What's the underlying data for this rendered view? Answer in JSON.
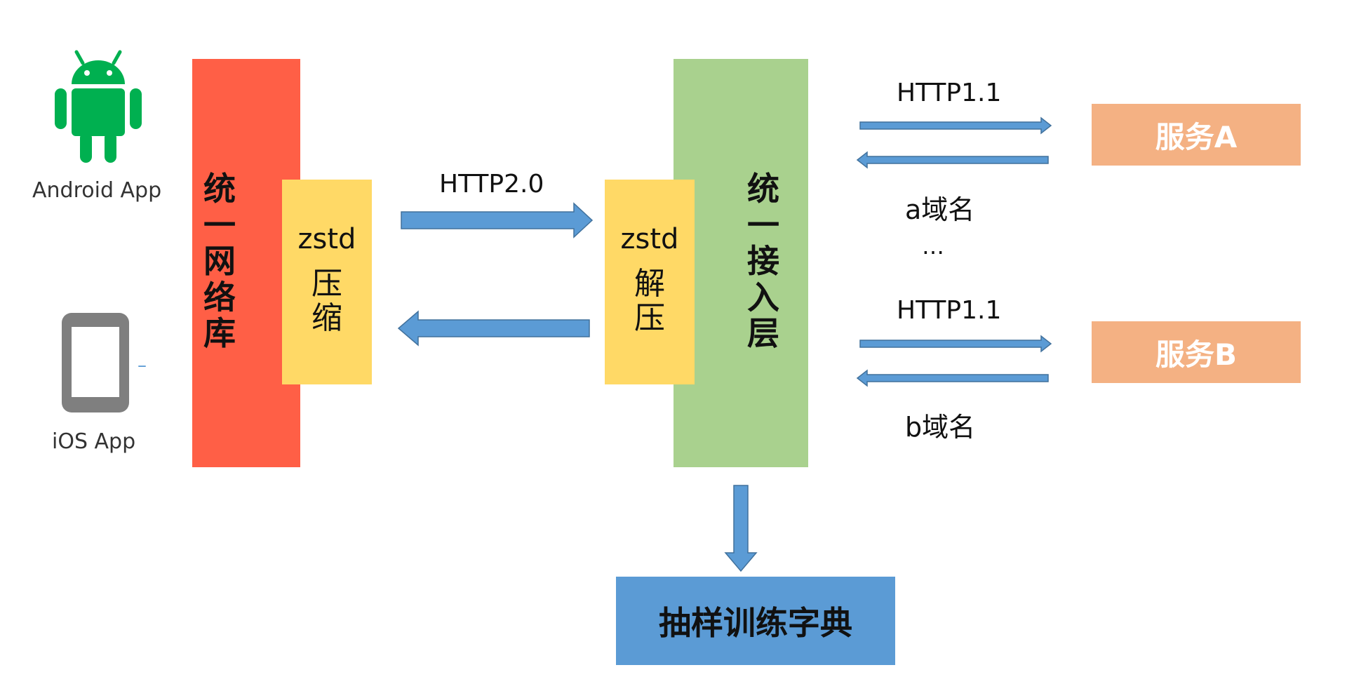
{
  "clients": {
    "android_label": "Android  App",
    "ios_label": "iOS App",
    "ios_dash": "–"
  },
  "network_lib": {
    "chars": [
      "统",
      "一",
      "网",
      "络",
      "库"
    ],
    "color": "#FF5F46"
  },
  "compress": {
    "title": "zstd",
    "chars": [
      "压",
      "缩"
    ],
    "color": "#FFD966"
  },
  "decompress": {
    "title": "zstd",
    "chars": [
      "解",
      "压"
    ],
    "color": "#FFD966"
  },
  "access_layer": {
    "chars": [
      "统",
      "一",
      "接",
      "入",
      "层"
    ],
    "color": "#A9D18E"
  },
  "links": {
    "http2": "HTTP2.0",
    "http11_a": "HTTP1.1",
    "domain_a": "a域名",
    "ellipsis": "…",
    "http11_b": "HTTP1.1",
    "domain_b": "b域名"
  },
  "services": {
    "a": "服务A",
    "b": "服务B",
    "color": "#F4B183"
  },
  "dictionary": {
    "label": "抽样训练字典",
    "color": "#5B9BD5"
  },
  "colors": {
    "arrow_fill": "#5B9BD5",
    "arrow_stroke": "#41719C",
    "android_green": "#00B050",
    "ios_gray": "#7F7F7F"
  }
}
